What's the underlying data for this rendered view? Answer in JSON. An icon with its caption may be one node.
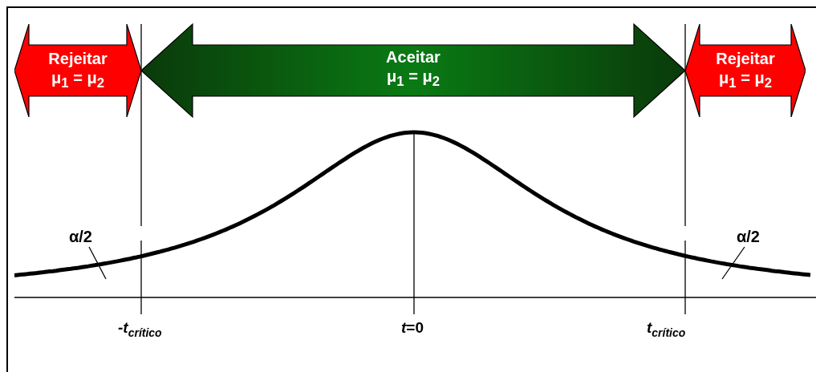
{
  "diagram": {
    "nodes": [
      {
        "text": [
          "Rejeitar",
          "μ$_{1}$ = μ$_{2}$"
        ]
      },
      {
        "text": [
          "Rejeitar",
          "μ$_{1}$ = μ$_{2}$"
        ]
      },
      {
        "text": [
          "α/2"
        ]
      },
      {
        "text": [
          "α/2"
        ]
      }
    ],
    "edges": [
      {
        "from": 0,
        "to": 1,
        "arrow": "both",
        "label": "Aceitar μ$_{1}$ = μ$_{2}$",
        "style": "thick",
        "color": "#0a7a14"
      },
      {
        "from": 2,
        "to": null,
        "arrow": "none"
      },
      {
        "from": 3,
        "to": null,
        "arrow": "none"
      }
    ],
    "labels": [
      "-t$_{crítico}$",
      "*t*=0",
      "t$_{crítico}$"
    ]
  }
}
